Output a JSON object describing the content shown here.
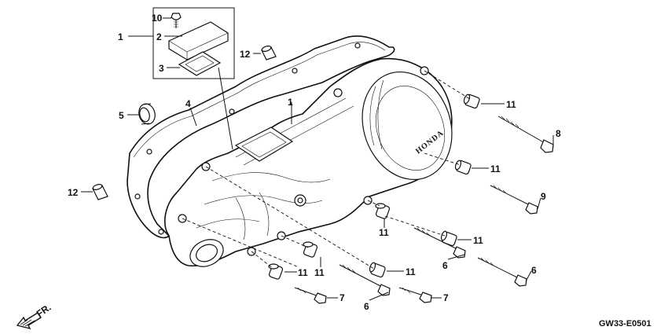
{
  "callouts": {
    "c1a": "1",
    "c1b": "1",
    "c2": "2",
    "c3": "3",
    "c4": "4",
    "c5": "5",
    "c6a": "6",
    "c6b": "6",
    "c6c": "6",
    "c7a": "7",
    "c7b": "7",
    "c8": "8",
    "c9": "9",
    "c10": "10",
    "c11a": "11",
    "c11b": "11",
    "c11c": "11",
    "c11d": "11",
    "c11e": "11",
    "c11f": "11",
    "c11g": "11",
    "c12a": "12",
    "c12b": "12"
  },
  "brand_mark": "HONDA",
  "front_marker": "FR.",
  "figure_code": "GW33-E0501",
  "colors": {
    "ink": "#111111",
    "paper": "#ffffff"
  }
}
